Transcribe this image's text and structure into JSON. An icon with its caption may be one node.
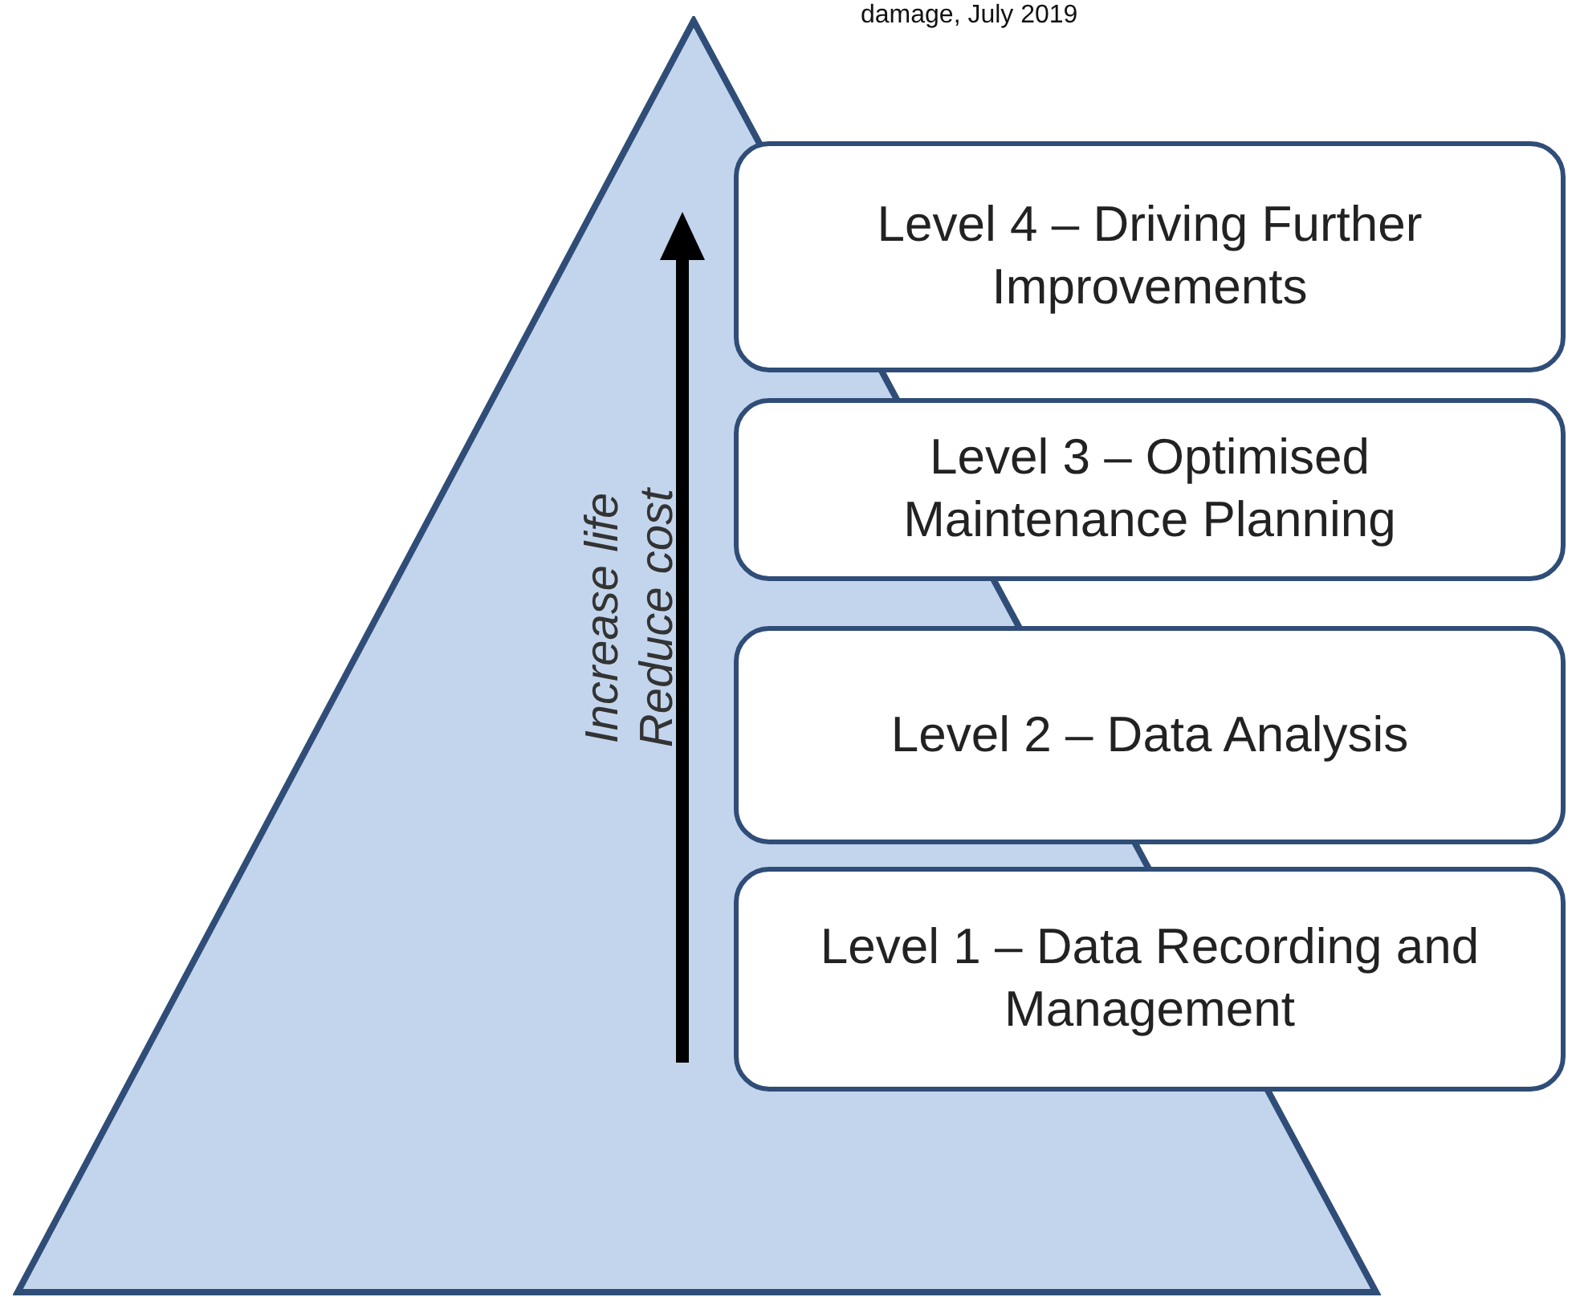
{
  "diagram": {
    "nodes": [
      {
        "text": [
          "Increase life",
          "Reduce cost"
        ]
      },
      {
        "text": [
          "Level 4 – Driving Further Improvements"
        ]
      },
      {
        "text": [
          "Level 3 – Optimised Maintenance Planning"
        ]
      },
      {
        "text": [
          "Level 2 – Data Analysis"
        ]
      },
      {
        "text": [
          "Level 1 – Data Recording and Management"
        ]
      }
    ],
    "labels": [
      "damage, July 2019"
    ]
  }
}
